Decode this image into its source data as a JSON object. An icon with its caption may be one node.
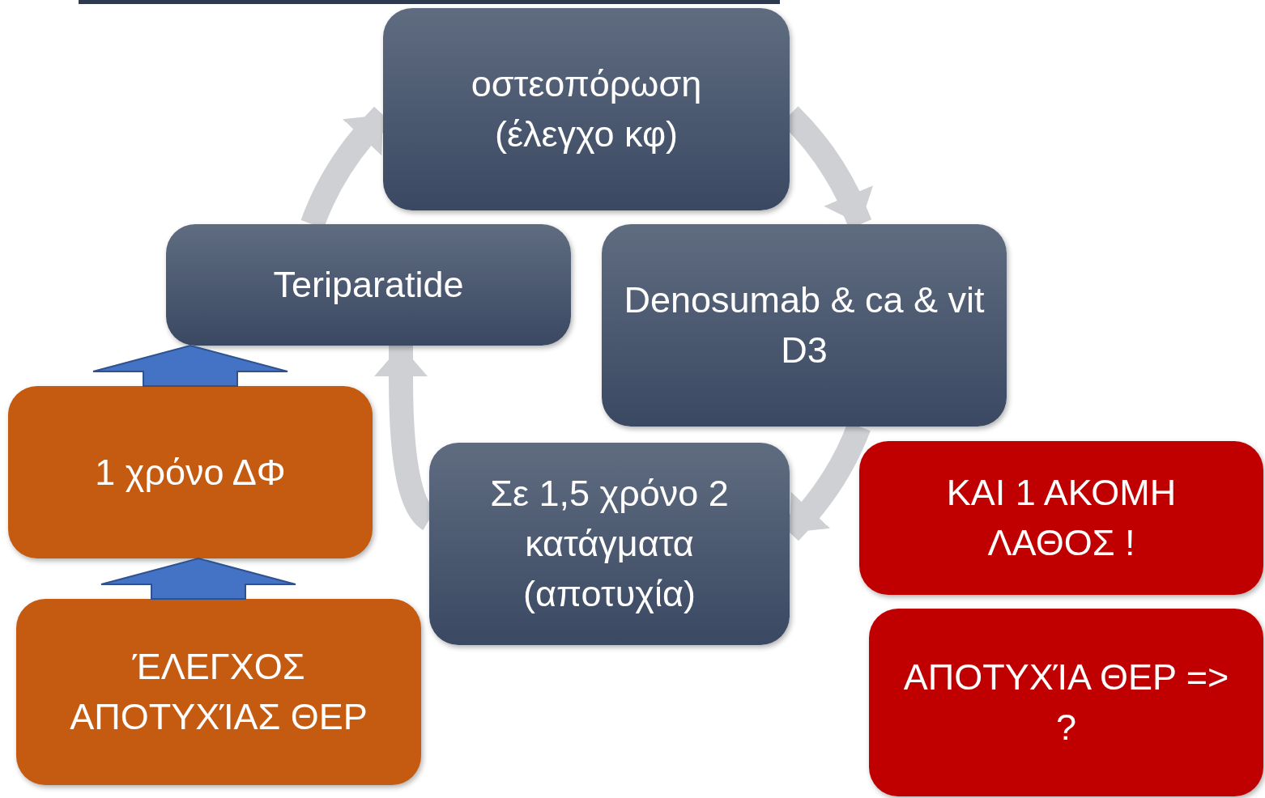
{
  "diagram": {
    "nodes": [
      {
        "text": [
          "οστεοπόρωση (έλεγχο κφ)"
        ]
      },
      {
        "text": [
          "Denosumab & ca & vit D3"
        ]
      },
      {
        "text": [
          "Σε 1,5 χρόνο 2 κατάγματα (αποτυχία)"
        ]
      },
      {
        "text": [
          "Teriparatide"
        ]
      },
      {
        "text": [
          "1 χρόνο ΔΦ"
        ]
      },
      {
        "text": [
          "ΈΛΕΓΧΟΣ ΑΠΟΤΥΧΊΑΣ ΘΕΡ"
        ]
      },
      {
        "text": [
          "ΚΑΙ 1 ΑΚΟΜΗ ΛΑΘΟΣ !"
        ]
      },
      {
        "text": [
          "ΑΠΟΤΥΧΊΑ ΘΕΡ => ?"
        ]
      }
    ],
    "edges": [
      {
        "from": 0,
        "to": 1,
        "arrow": "to"
      },
      {
        "from": 1,
        "to": 2,
        "arrow": "to"
      },
      {
        "from": 2,
        "to": 3,
        "arrow": "to"
      },
      {
        "from": 3,
        "to": 0,
        "arrow": "to"
      },
      {
        "from": 4,
        "to": 3,
        "arrow": "to",
        "style": "thick",
        "color": "#4472c4"
      },
      {
        "from": 5,
        "to": 4,
        "arrow": "to",
        "style": "thick",
        "color": "#4472c4"
      }
    ]
  }
}
